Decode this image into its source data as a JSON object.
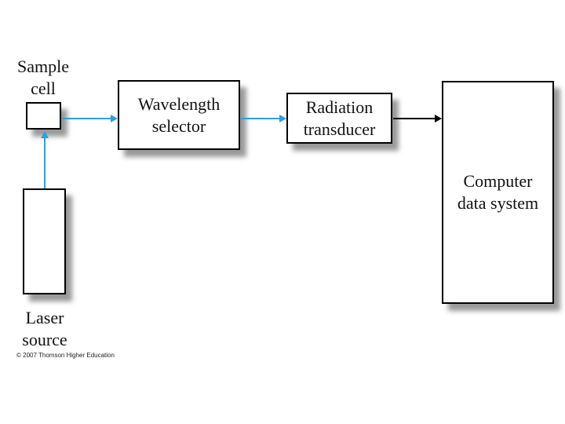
{
  "diagram": {
    "blocks": {
      "sample_cell": {
        "label": "Sample\ncell",
        "shape": "small-box"
      },
      "laser_source": {
        "label": "Laser\nsource",
        "shape": "tall-box"
      },
      "wavelength_selector": {
        "label": "Wavelength\nselector",
        "shape": "box"
      },
      "radiation_transducer": {
        "label": "Radiation\ntransducer",
        "shape": "box"
      },
      "computer_data_system": {
        "label": "Computer\ndata system",
        "shape": "tall-box"
      }
    },
    "connections": [
      {
        "from": "laser_source",
        "to": "sample_cell",
        "color": "blue",
        "direction": "up"
      },
      {
        "from": "sample_cell",
        "to": "wavelength_selector",
        "color": "blue",
        "direction": "right"
      },
      {
        "from": "wavelength_selector",
        "to": "radiation_transducer",
        "color": "blue",
        "direction": "right"
      },
      {
        "from": "radiation_transducer",
        "to": "computer_data_system",
        "color": "black",
        "direction": "right"
      }
    ],
    "colors": {
      "arrow_blue": "#2E9FD8",
      "arrow_black": "#000000",
      "box_border": "#000000",
      "box_fill": "#FFFFFF",
      "shadow": "rgba(0,0,0,0.40)",
      "text": "#111111"
    },
    "footer": {
      "copyright": "© 2007 Thomson Higher Education"
    }
  }
}
